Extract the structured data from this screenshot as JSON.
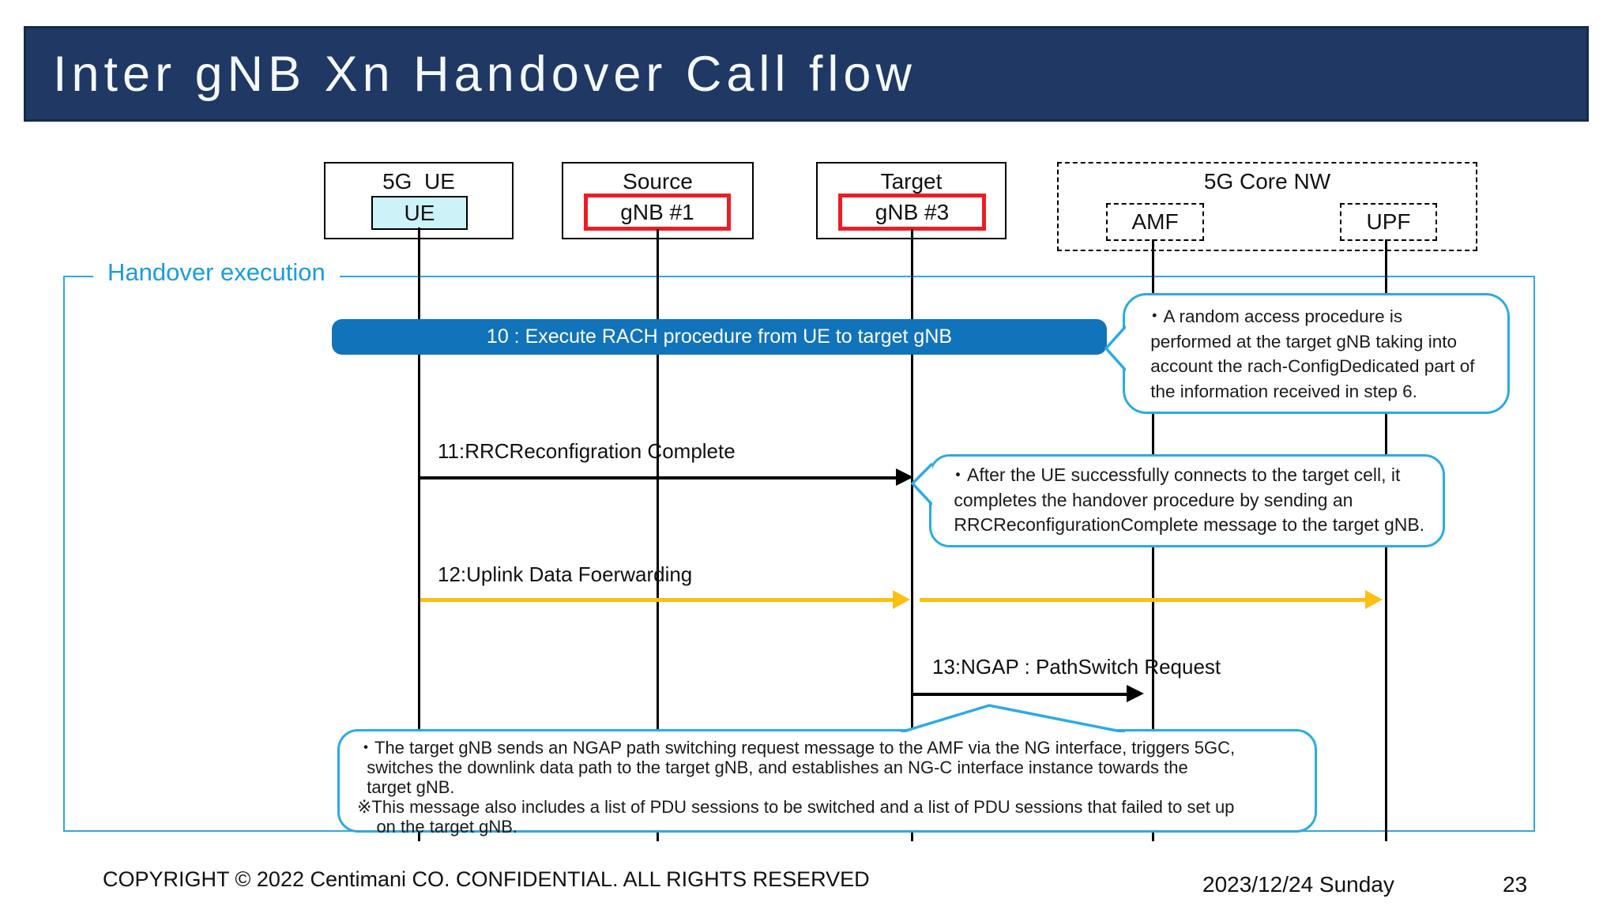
{
  "title": "Inter gNB Xn Handover Call flow",
  "actors": {
    "ue_group": {
      "label": "5G  UE",
      "node": "UE"
    },
    "source_group": {
      "label": "Source",
      "node": "gNB #1"
    },
    "target_group": {
      "label": "Target",
      "node": "gNB #3"
    },
    "core_group": {
      "label": "5G Core NW",
      "amf": "AMF",
      "upf": "UPF"
    }
  },
  "frame": {
    "label": "Handover execution"
  },
  "messages": {
    "m10": {
      "label": "10 : Execute RACH procedure from UE to target gNB",
      "from": "UE",
      "to": "Target gNB",
      "style": "bar"
    },
    "m11": {
      "label": "11:RRCReconfigration Complete",
      "from": "UE",
      "to": "Target gNB",
      "style": "black-arrow"
    },
    "m12": {
      "label": "12:Uplink Data Foerwarding",
      "from": "UE",
      "to": "UPF",
      "style": "yellow-arrow"
    },
    "m13": {
      "label": "13:NGAP : PathSwitch Request",
      "from": "Target gNB",
      "to": "AMF",
      "style": "black-arrow"
    }
  },
  "callouts": {
    "c1": {
      "text": "・A random access procedure is\n performed at the target gNB taking into\n account the rach-ConfigDedicated part of\n the information received in step 6."
    },
    "c2": {
      "text": "・After the UE successfully connects to the target cell, it\n completes the handover procedure by sending an\n RRCReconfigurationComplete message to the target gNB."
    },
    "c3": {
      "text": "・The target gNB sends an NGAP path switching request message to the AMF via the NG interface, triggers 5GC,\n  switches the downlink data path to the target gNB, and establishes an NG-C interface instance towards the\n  target gNB.\n※This message also includes a list of PDU sessions to be switched and a list of PDU sessions that failed to set up\n    on the target gNB."
    }
  },
  "footer": {
    "copyright": "COPYRIGHT © 2022 Centimani CO. CONFIDENTIAL. ALL RIGHTS RESERVED",
    "date": "2023/12/24 Sunday",
    "page": "23"
  },
  "colors": {
    "title_bar_navy": "#1f3864",
    "accent_cyan": "#2aabe2",
    "bar_blue": "#1173b9",
    "arrow_yellow": "#fdc012",
    "highlight_red": "#ee1c25",
    "ue_node_fill": "#cdf2f8"
  }
}
